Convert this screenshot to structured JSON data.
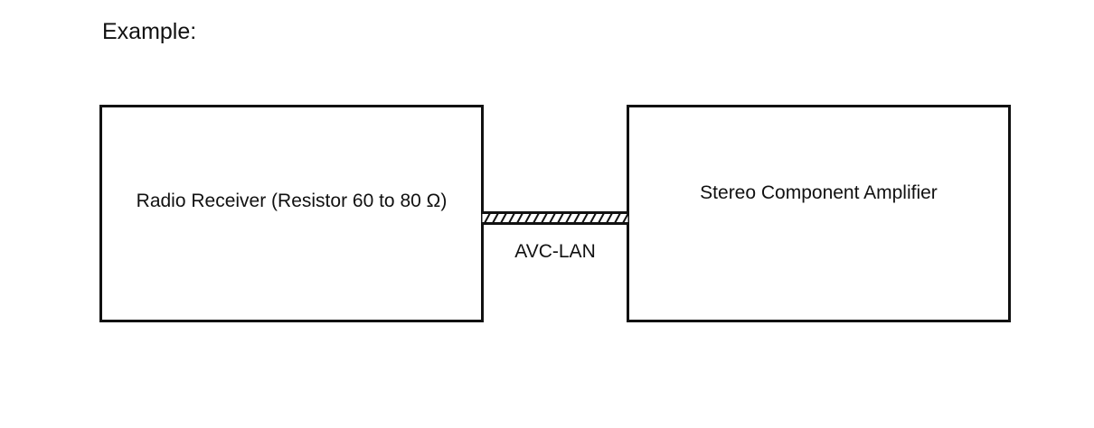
{
  "diagram": {
    "heading": "Example:",
    "nodes": [
      {
        "id": "radio-receiver",
        "label": "Radio Receiver (Resistor 60 to 80 Ω)"
      },
      {
        "id": "stereo-amplifier",
        "label": "Stereo Component Amplifier"
      }
    ],
    "edges": [
      {
        "from": "radio-receiver",
        "to": "stereo-amplifier",
        "label": "AVC-LAN",
        "style": "hatched-bus"
      }
    ],
    "colors": {
      "stroke": "#111111",
      "background": "#ffffff"
    }
  }
}
